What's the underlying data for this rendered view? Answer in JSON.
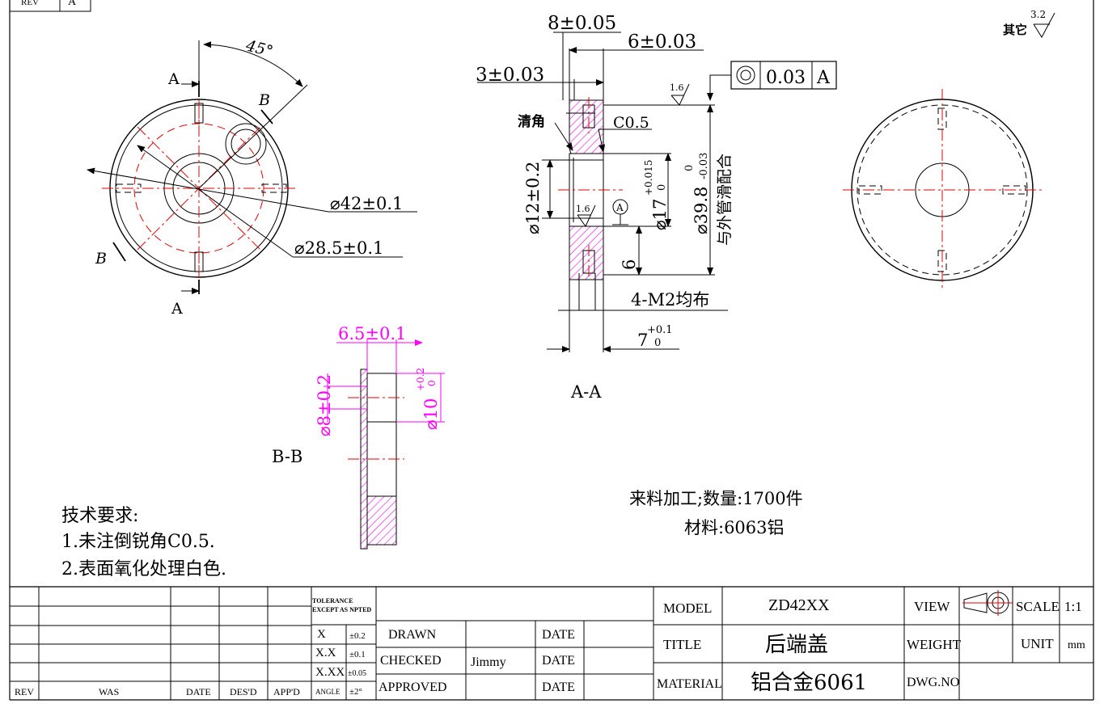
{
  "corner_box": {
    "rev_label": "REV",
    "rev_value": "A"
  },
  "roughness_other": {
    "label": "其它",
    "value": "3.2"
  },
  "front_view": {
    "angle": "45°",
    "section_a_top": "A",
    "section_a_bottom": "A",
    "section_b_top": "B",
    "section_b_bottom": "B",
    "dia_outer": "⌀42±0.1",
    "dia_pcd": "⌀28.5±0.1"
  },
  "section_aa": {
    "dim_8": "8±0.05",
    "dim_6": "6±0.03",
    "dim_3": "3±0.03",
    "runout_value": "0.03",
    "runout_datum": "A",
    "rough_1": "1.6",
    "rough_2": "1.6",
    "chamfer_note": "清角",
    "chamfer_c": "C0.5",
    "dia_12": "⌀12±0.2",
    "dia_17": "⌀17",
    "dia_17_tol_upper": "+0.015",
    "dia_17_tol_lower": "0",
    "dia_398": "⌀39.8",
    "dia_398_tol_upper": "0",
    "dia_398_tol_lower": "-0.03",
    "fit_note": "与外管滑配合",
    "datum_a": "A",
    "dim_6_vert": "6",
    "thread_note": "4-M2均布",
    "dim_7": "7",
    "dim_7_tol_upper": "+0.1",
    "dim_7_tol_lower": "0",
    "label": "A-A"
  },
  "section_bb": {
    "dim_65": "6.5±0.1",
    "dia_8": "⌀8±0.2",
    "dia_10": "⌀10",
    "dia_10_tol_upper": "+0.2",
    "dia_10_tol_lower": "0",
    "label": "B-B"
  },
  "notes": {
    "heading": "技术要求:",
    "line1": "1.未注倒锐角C0.5.",
    "line2": "2.表面氧化处理白色."
  },
  "production": {
    "line1": "来料加工;数量:1700件",
    "line2": "材料:6063铝"
  },
  "title_block": {
    "rev_col": "REV",
    "was_col": "WAS",
    "date_col": "DATE",
    "desd_col": "DES'D",
    "appd_col": "APP'D",
    "tol_heading": "TOLERANCE EXCEPT AS NPTED",
    "tol_rows": [
      {
        "format": "X",
        "tol": "±0.2"
      },
      {
        "format": "X.X",
        "tol": "±0.1"
      },
      {
        "format": "X.XX",
        "tol": "±0.05"
      },
      {
        "format": "ANGLE",
        "tol": "±2°"
      }
    ],
    "drawn_label": "DRAWN",
    "drawn_value": "",
    "checked_label": "CHECKED",
    "checked_value": "Jimmy",
    "approved_label": "APPROVED",
    "approved_value": "",
    "date_label": "DATE",
    "model_label": "MODEL",
    "model_value": "ZD42XX",
    "title_label": "TITLE",
    "title_value": "后端盖",
    "material_label": "MATERIAL",
    "material_value": "铝合金6061",
    "view_label": "VIEW",
    "scale_label": "SCALE",
    "scale_value": "1:1",
    "weight_label": "WEIGHT",
    "unit_label": "UNIT",
    "unit_value": "mm",
    "dwg_label": "DWG.NO"
  }
}
